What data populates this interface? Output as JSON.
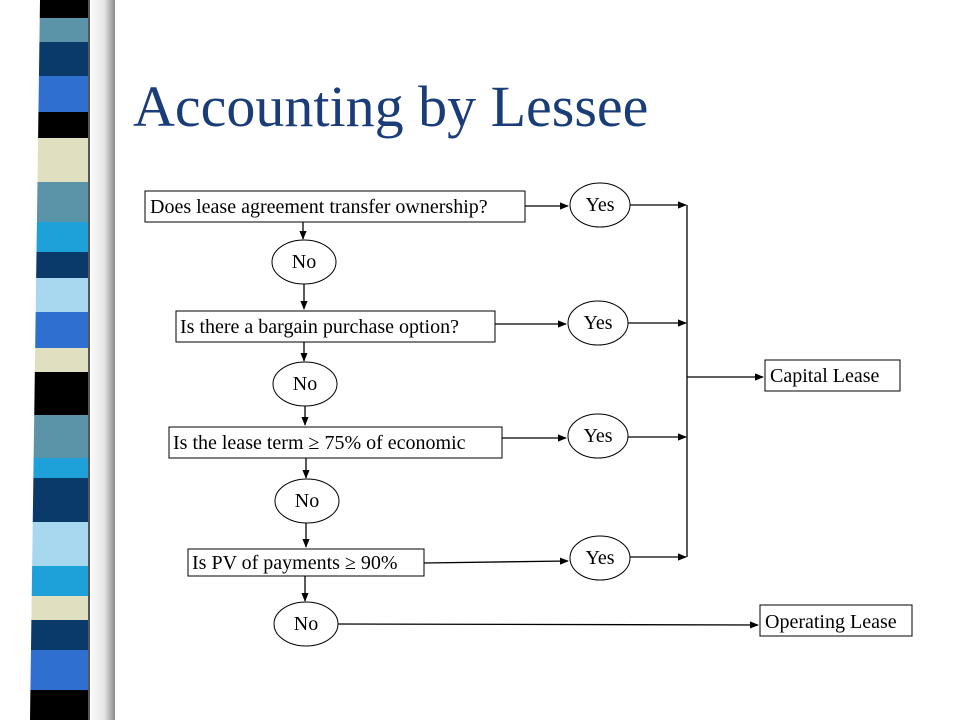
{
  "title": "Accounting by Lessee",
  "flowchart": {
    "questions": [
      "Does lease agreement transfer ownership?",
      "Is there a bargain purchase option?",
      "Is the lease term ≥ 75% of economic",
      "Is PV of payments ≥ 90%"
    ],
    "yes_labels": [
      "Yes",
      "Yes",
      "Yes",
      "Yes"
    ],
    "no_labels": [
      "No",
      "No",
      "No",
      "No"
    ],
    "outcomes": {
      "capital": "Capital Lease",
      "operating": "Operating Lease"
    }
  },
  "colors": {
    "title": "#1a3d7a",
    "stripe": [
      "#5b93a8",
      "#0a3a6a",
      "#2f6fd0",
      "#000000",
      "#e0e0c0",
      "#1ea0d8",
      "#a8d8f0"
    ]
  }
}
